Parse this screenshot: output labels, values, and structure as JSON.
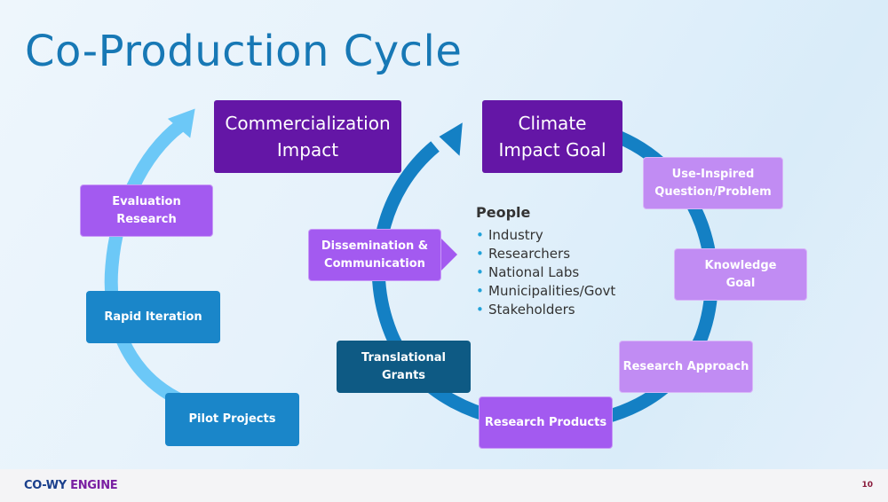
{
  "title": "Co-Production Cycle",
  "colors": {
    "title": "#1778b5",
    "dark_purple": "#6416a6",
    "purple": "#a35af0",
    "lavender": "#c18cf3",
    "blue": "#1a86c9",
    "navy": "#0e5a84",
    "left_arrow": "#6cc8f7",
    "right_arrow": "#1480c4"
  },
  "boxes": {
    "commercialization": "Commercialization\nImpact",
    "climate_goal": "Climate\nImpact Goal",
    "use_inspired": "Use-Inspired\nQuestion/Problem",
    "knowledge_goal": "Knowledge\nGoal",
    "research_approach": "Research Approach",
    "research_products": "Research Products",
    "translational_grants": "Translational\nGrants",
    "pilot_projects": "Pilot Projects",
    "rapid_iteration": "Rapid Iteration",
    "evaluation_research": "Evaluation\nResearch",
    "dissemination": "Dissemination &\nCommunication"
  },
  "people": {
    "heading": "People",
    "items": [
      "Industry",
      "Researchers",
      "National Labs",
      "Municipalities/Govt",
      "Stakeholders"
    ]
  },
  "footer": {
    "logo_part1": "CO-WY",
    "logo_part2": "ENGINE",
    "page_number": "10"
  }
}
